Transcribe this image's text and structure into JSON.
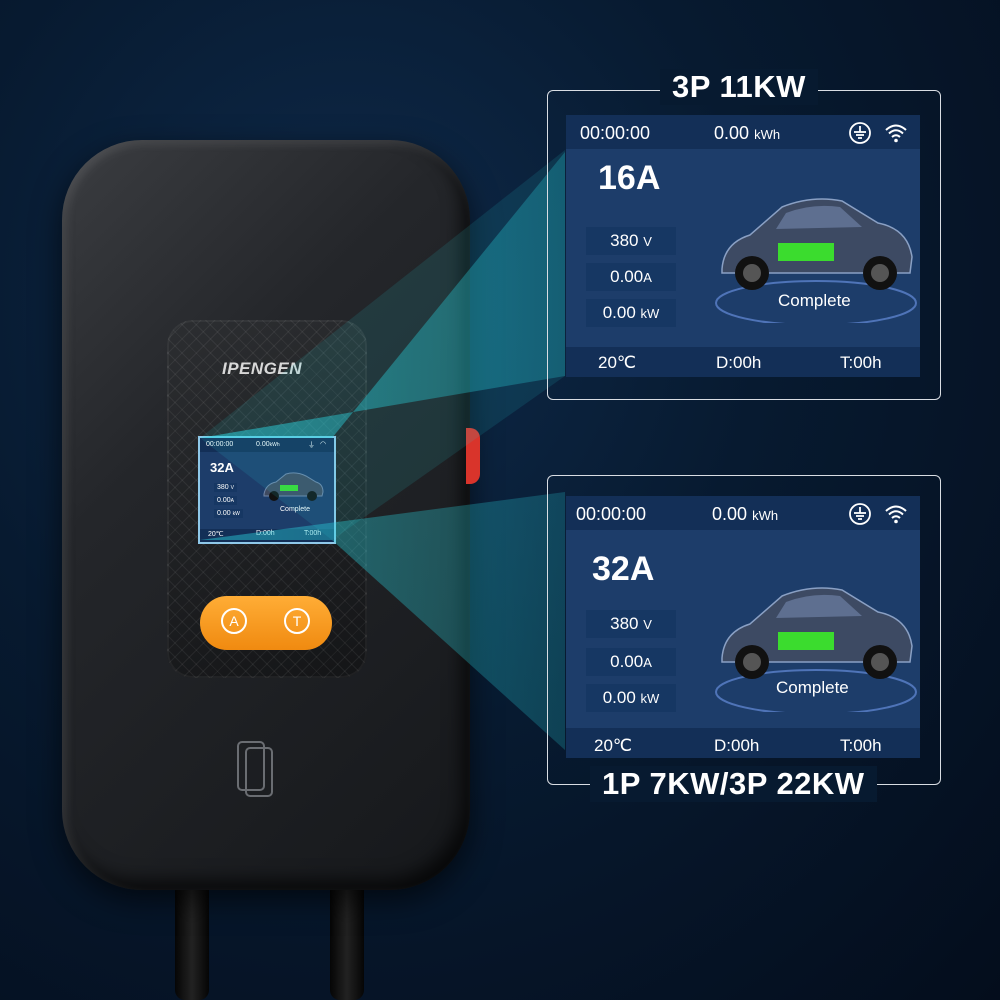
{
  "brand": "IPENGEN",
  "device": {
    "buttons": [
      {
        "label": "A",
        "icon": "a-circle-icon"
      },
      {
        "label": "T",
        "icon": "t-circle-icon"
      }
    ],
    "mini_screen": {
      "timer": "00:00:00",
      "energy": "0.00",
      "energy_unit": "kWh",
      "current": "32A",
      "voltage": "380",
      "voltage_unit": "V",
      "amps": "0.00",
      "amps_unit": "A",
      "power": "0.00",
      "power_unit": "kW",
      "status": "Complete",
      "temp": "20℃",
      "duration": "D:00h",
      "timer_total": "T:00h"
    }
  },
  "screens": [
    {
      "label": "3P 11KW",
      "timer": "00:00:00",
      "energy": "0.00",
      "energy_unit": "kWh",
      "current": "16A",
      "voltage": "380",
      "voltage_unit": "V",
      "amps": "0.00",
      "amps_unit": "A",
      "power": "0.00",
      "power_unit": "kW",
      "status": "Complete",
      "temp": "20℃",
      "duration": "D:00h",
      "timer_total": "T:00h"
    },
    {
      "label": "1P 7KW/3P 22KW",
      "timer": "00:00:00",
      "energy": "0.00",
      "energy_unit": "kWh",
      "current": "32A",
      "voltage": "380",
      "voltage_unit": "V",
      "amps": "0.00",
      "amps_unit": "A",
      "power": "0.00",
      "power_unit": "kW",
      "status": "Complete",
      "temp": "20℃",
      "duration": "D:00h",
      "timer_total": "T:00h"
    }
  ],
  "colors": {
    "background": "#071a30",
    "screen": "#1d3d6a",
    "battery": "#3bdc2e",
    "button": "#f8991f",
    "led": "#d9342b",
    "beam": "#2ad4e0"
  }
}
